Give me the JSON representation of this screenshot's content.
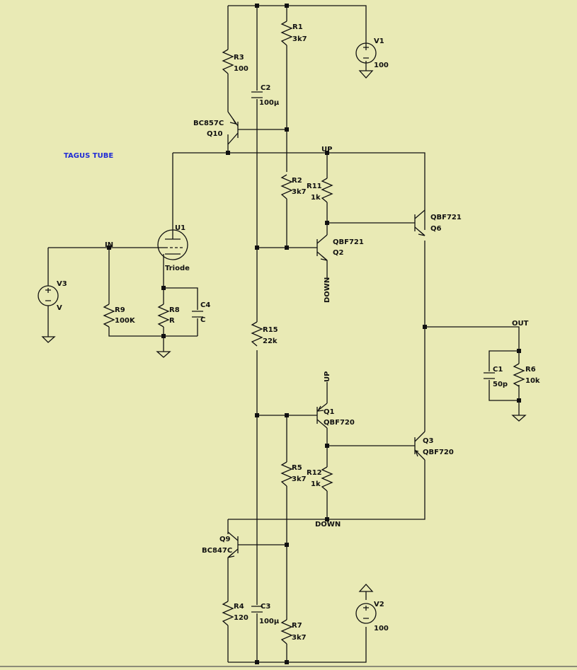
{
  "title": "TAGUS TUBE",
  "nets": {
    "in": "IN",
    "out": "OUT",
    "up_rail": "UP",
    "down_rail": "DOWN",
    "up_label_q1": "UP",
    "down_label_q2": "DOWN"
  },
  "sources": [
    {
      "name": "V1",
      "value": "100"
    },
    {
      "name": "V2",
      "value": "100"
    },
    {
      "name": "V3",
      "value": "V"
    }
  ],
  "resistors": [
    {
      "name": "R1",
      "value": "3k7"
    },
    {
      "name": "R2",
      "value": "3k7"
    },
    {
      "name": "R3",
      "value": "100"
    },
    {
      "name": "R4",
      "value": "120"
    },
    {
      "name": "R5",
      "value": "3k7"
    },
    {
      "name": "R6",
      "value": "10k"
    },
    {
      "name": "R7",
      "value": "3k7"
    },
    {
      "name": "R8",
      "value": "R"
    },
    {
      "name": "R9",
      "value": "100K"
    },
    {
      "name": "R11",
      "value": "1k"
    },
    {
      "name": "R12",
      "value": "1k"
    },
    {
      "name": "R15",
      "value": "22k"
    }
  ],
  "capacitors": [
    {
      "name": "C1",
      "value": "50p"
    },
    {
      "name": "C2",
      "value": "100µ"
    },
    {
      "name": "C3",
      "value": "100µ"
    },
    {
      "name": "C4",
      "value": "C"
    }
  ],
  "transistors": [
    {
      "name": "Q1",
      "model": "QBF720"
    },
    {
      "name": "Q2",
      "model": "QBF721"
    },
    {
      "name": "Q3",
      "model": "QBF720"
    },
    {
      "name": "Q6",
      "model": "QBF721"
    },
    {
      "name": "Q9",
      "model": "BC847C"
    },
    {
      "name": "Q10",
      "model": "BC857C"
    }
  ],
  "tube": {
    "name": "U1",
    "model": "Triode"
  }
}
